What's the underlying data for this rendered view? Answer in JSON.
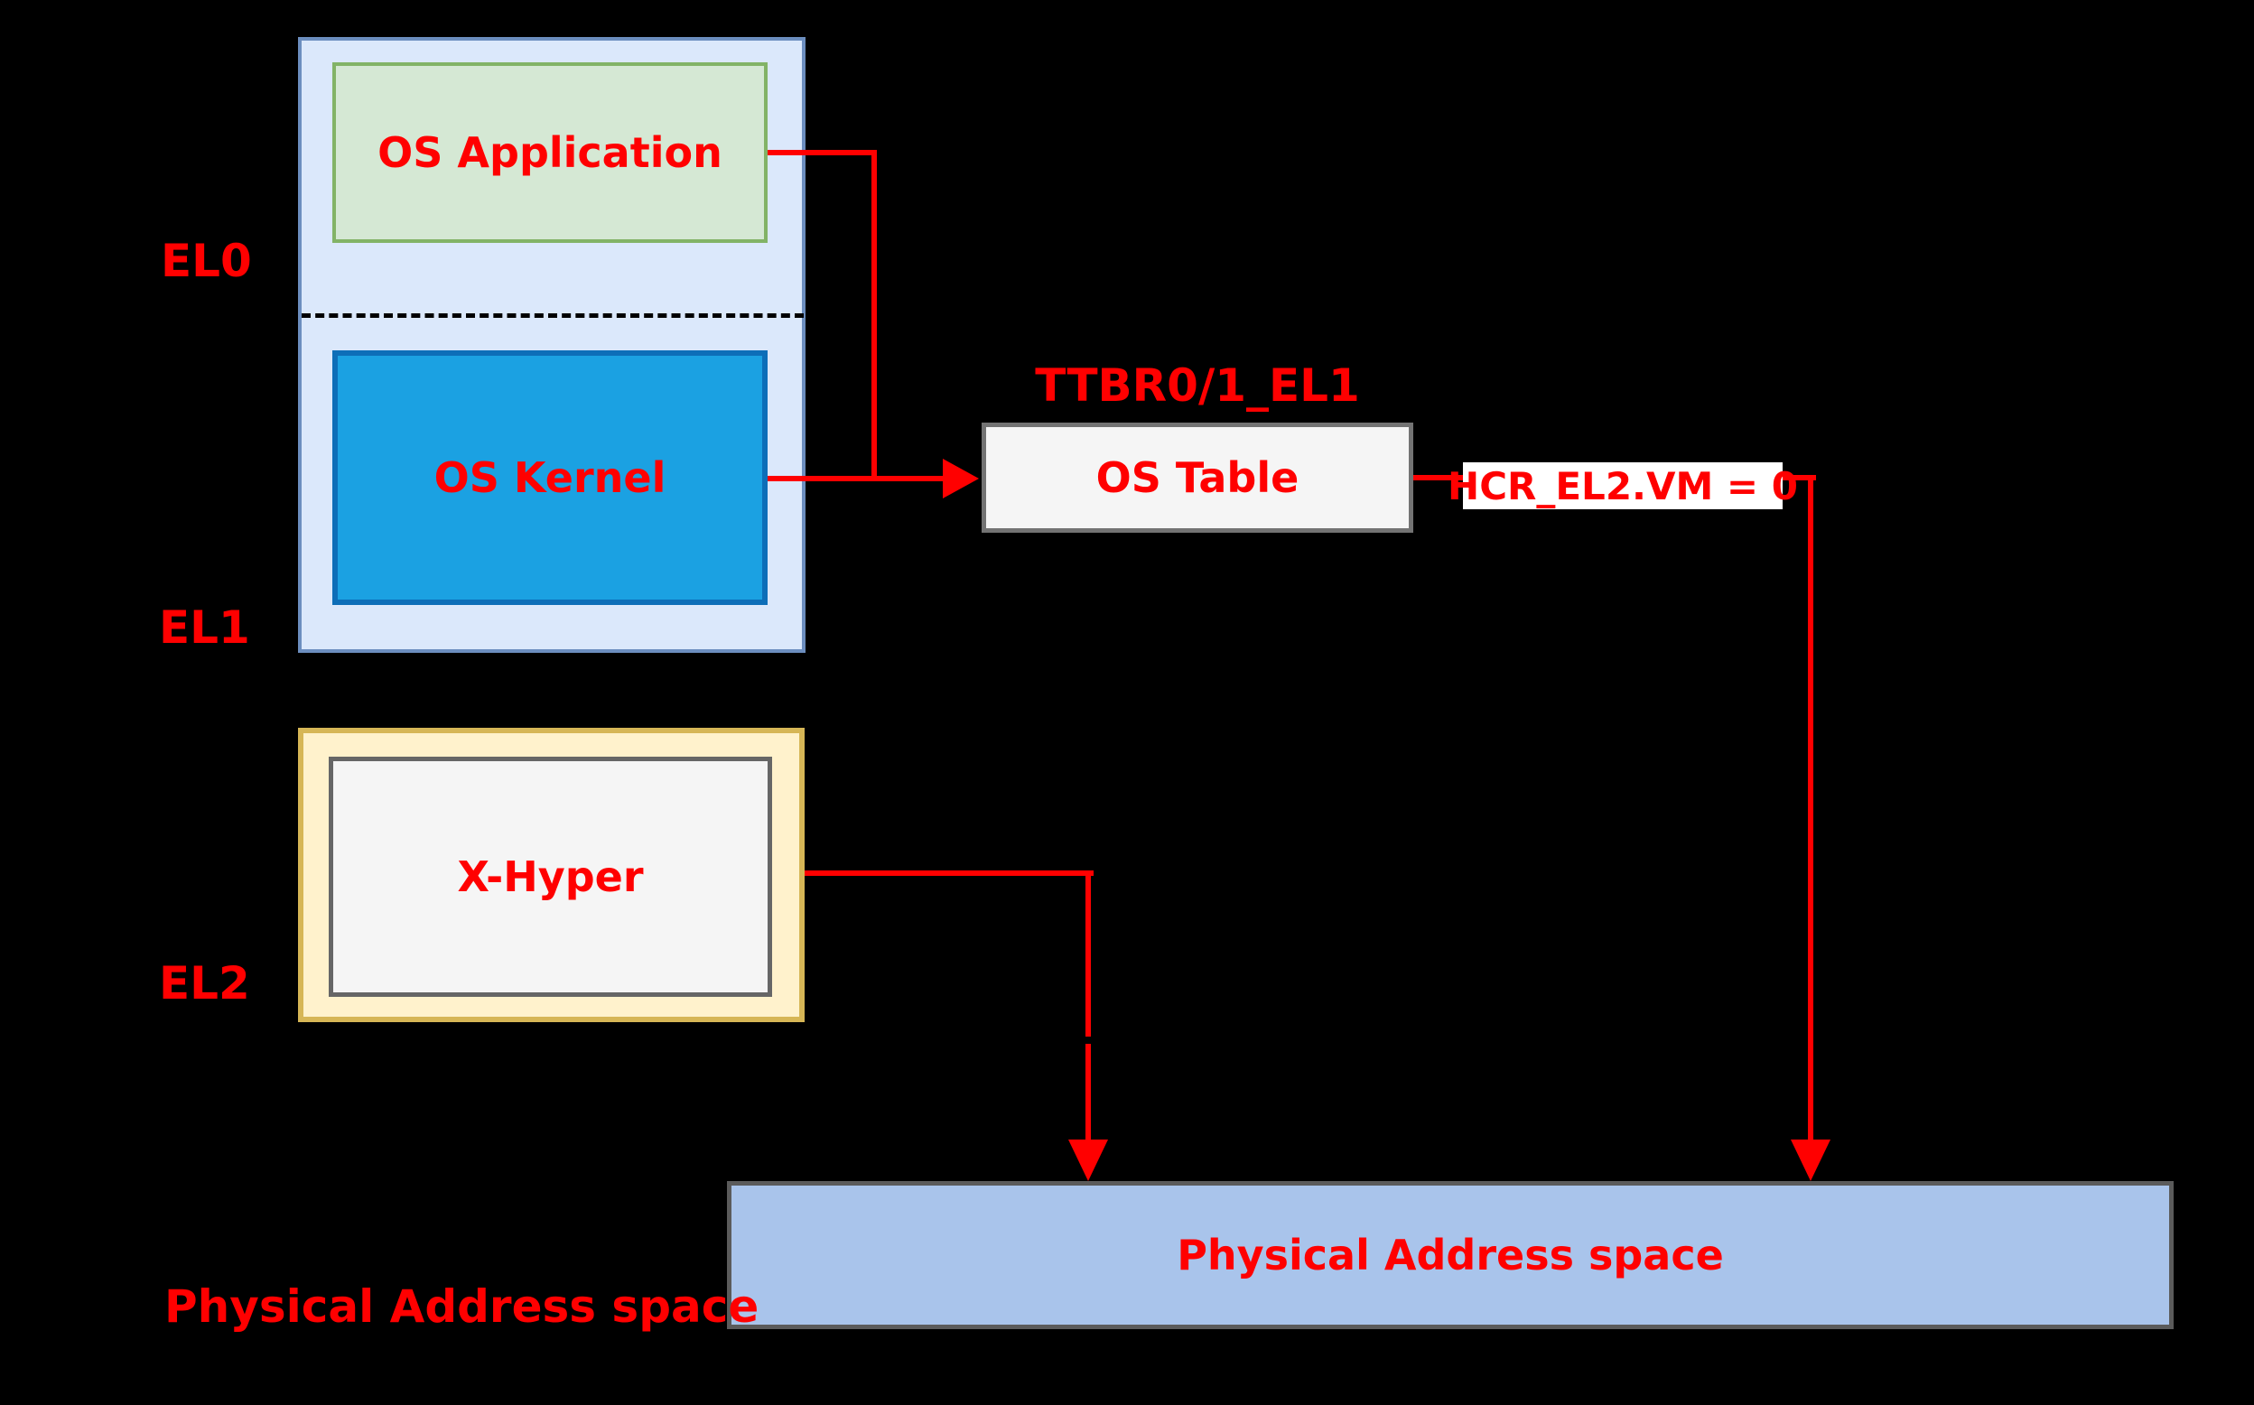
{
  "diagram": {
    "el_stack": {
      "el0_label": "EL0",
      "el1_label": "EL1",
      "el2_label": "EL2",
      "os_application_label": "OS Application",
      "os_kernel_label": "OS Kernel",
      "x_hyper_label": "X-Hyper"
    },
    "translation": {
      "ttbr_register_label": "TTBR0/1_EL1",
      "os_table_label": "OS Table",
      "hcr_register_label": "HCR_EL2.VM = 0"
    },
    "memory": {
      "physical_bar_label": "Physical Address space",
      "physical_axis_label": "Physical Address space"
    },
    "colors": {
      "background": "#000000",
      "accent_red": "#ff0000",
      "el01_container_fill": "#dbe8fb",
      "el01_container_border": "#6c8ebf",
      "os_application_fill": "#d5e8d4",
      "os_application_border": "#82b366",
      "os_kernel_fill": "#1ba1e2",
      "os_kernel_border": "#0d6eb8",
      "el2_container_fill": "#fff2cc",
      "el2_container_border": "#d6b656",
      "inner_box_fill": "#f5f5f5",
      "inner_box_border": "#666666",
      "physical_bar_fill": "#a9c4eb",
      "physical_bar_border": "#5b5b5b",
      "hcr_label_background": "#ffffff"
    }
  }
}
